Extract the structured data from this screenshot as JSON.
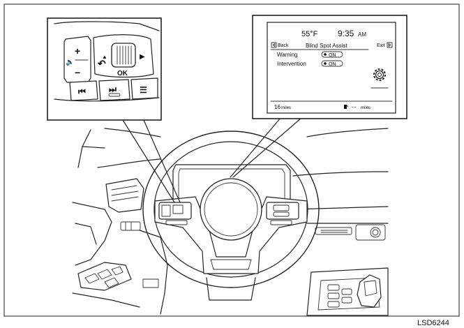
{
  "figure_code": "LSD6244",
  "steering_controls": {
    "plus_label": "+",
    "minus_label": "−",
    "volume_glyph": "🔈",
    "back_glyph": "↶",
    "ok_label": "OK",
    "left_arrow_glyph": "◀",
    "right_arrow_glyph": "▶",
    "up_arrow_glyph": "▲",
    "prev_track_glyph": "⏮",
    "next_track_glyph": "⏭",
    "menu_glyph": "☰",
    "icons": [
      "plus-icon",
      "minus-icon",
      "speaker-icon",
      "back-arrow-icon",
      "scroll-wheel-icon",
      "left-arrow-icon",
      "right-arrow-icon",
      "previous-track-icon",
      "next-track-icon",
      "menu-list-icon"
    ]
  },
  "display": {
    "temperature": "55°F",
    "time": "9:35",
    "time_suffix": "AM",
    "back_label": "Back",
    "screen_title": "Blind Spot Assist",
    "exit_label": "Exit",
    "rows": [
      {
        "label": "Warning",
        "toggle": "ON"
      },
      {
        "label": "Intervention",
        "toggle": "ON"
      }
    ],
    "odometer": "16",
    "odometer_unit": "miles",
    "range": "---",
    "range_unit": "miles",
    "icons": [
      "back-icon",
      "exit-icon",
      "gear-icon",
      "fuel-pump-icon"
    ]
  }
}
